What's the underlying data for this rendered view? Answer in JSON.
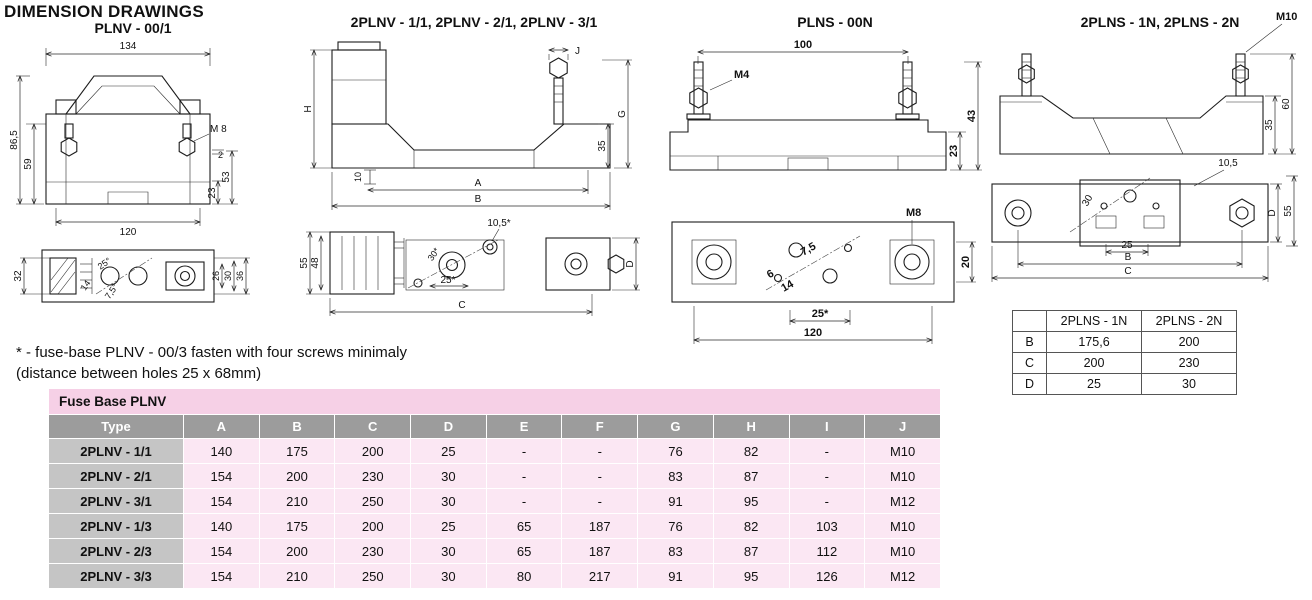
{
  "page": {
    "title": "DIMENSION DRAWINGS"
  },
  "drawings": {
    "d1": {
      "title": "PLNV - 00/1",
      "labels": {
        "w134": "134",
        "h865": "86,5",
        "h59": "59",
        "m8": "M 8",
        "d2": "2",
        "d53": "53",
        "d23": "23",
        "w120": "120",
        "h32": "32",
        "a25": "25°",
        "d14": "14",
        "a75": "7,5°",
        "d26": "26",
        "d30": "30",
        "d36": "36"
      }
    },
    "d2": {
      "title": "2PLNV - 1/1, 2PLNV - 2/1, 2PLNV - 3/1",
      "labels": {
        "H": "H",
        "J": "J",
        "G": "G",
        "d35": "35",
        "d10": "10",
        "A": "A",
        "B": "B",
        "d55": "55",
        "d48": "48",
        "d30s": "30*",
        "d105": "10,5*",
        "d25": "25*",
        "C": "C",
        "D": "D"
      }
    },
    "d3": {
      "title": "PLNS - 00N",
      "labels": {
        "w100": "100",
        "m4": "M4",
        "d43": "43",
        "d23": "23",
        "m8": "M8",
        "d75": "7,5",
        "d6": "6",
        "d14": "14",
        "d20": "20",
        "d25": "25*",
        "w120": "120"
      }
    },
    "d4": {
      "title": "2PLNS - 1N, 2PLNS - 2N",
      "labels": {
        "m10": "M10",
        "d60": "60",
        "d35": "35",
        "d105": "10,5",
        "d30": "30",
        "d25": "25",
        "D": "D",
        "d55": "55",
        "B": "B",
        "C": "C"
      }
    }
  },
  "note": {
    "line1": "* - fuse-base PLNV - 00/3 fasten with four screws minimaly",
    "line2": "(distance between holes 25 x 68mm)"
  },
  "side_table": {
    "col1": "2PLNS - 1N",
    "col2": "2PLNS - 2N",
    "rows": [
      {
        "name": "B",
        "v1": "175,6",
        "v2": "200"
      },
      {
        "name": "C",
        "v1": "200",
        "v2": "230"
      },
      {
        "name": "D",
        "v1": "25",
        "v2": "30"
      }
    ]
  },
  "main_table": {
    "title": "Fuse Base PLNV",
    "headers": [
      "Type",
      "A",
      "B",
      "C",
      "D",
      "E",
      "F",
      "G",
      "H",
      "I",
      "J"
    ],
    "rows": [
      [
        "2PLNV - 1/1",
        "140",
        "175",
        "200",
        "25",
        "-",
        "-",
        "76",
        "82",
        "-",
        "M10"
      ],
      [
        "2PLNV - 2/1",
        "154",
        "200",
        "230",
        "30",
        "-",
        "-",
        "83",
        "87",
        "-",
        "M10"
      ],
      [
        "2PLNV - 3/1",
        "154",
        "210",
        "250",
        "30",
        "-",
        "-",
        "91",
        "95",
        "-",
        "M12"
      ],
      [
        "2PLNV - 1/3",
        "140",
        "175",
        "200",
        "25",
        "65",
        "187",
        "76",
        "82",
        "103",
        "M10"
      ],
      [
        "2PLNV - 2/3",
        "154",
        "200",
        "230",
        "30",
        "65",
        "187",
        "83",
        "87",
        "112",
        "M10"
      ],
      [
        "2PLNV - 3/3",
        "154",
        "210",
        "250",
        "30",
        "80",
        "217",
        "91",
        "95",
        "126",
        "M12"
      ]
    ]
  }
}
